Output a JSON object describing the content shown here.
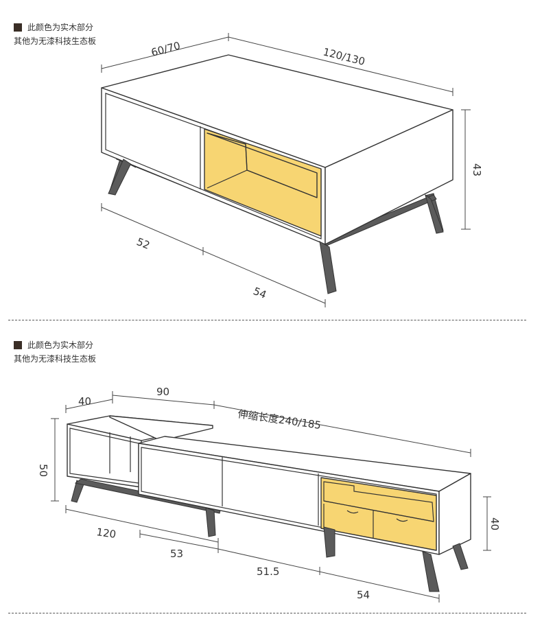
{
  "legend": {
    "line1": "此颜色为实木部分",
    "line2": "其他为无漆科技生态板",
    "swatch_color": "#3a2e26"
  },
  "table": {
    "depth_label": "60/70",
    "width_label": "120/130",
    "height_label": "43",
    "base_depth_label": "52",
    "base_width_label": "54"
  },
  "tv_stand": {
    "side_depth_label": "40",
    "top_shelf_label": "90",
    "extend_length_label": "伸缩长度240/185",
    "height_label": "50",
    "right_height_label": "40",
    "length_left_label": "120",
    "seg1_label": "53",
    "seg2_label": "51.5",
    "seg3_label": "54"
  },
  "colors": {
    "wood_yellow": "#f7d572",
    "leg_gray": "#5b5b5b",
    "outline": "#333333"
  }
}
